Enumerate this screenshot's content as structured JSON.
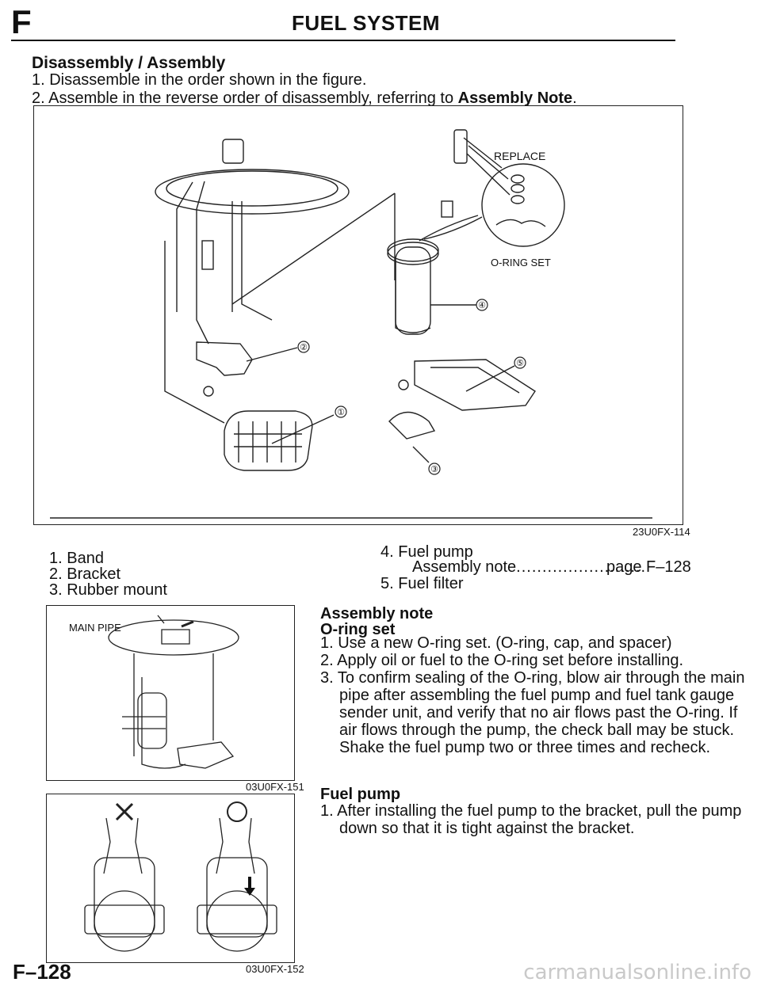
{
  "header": {
    "section_letter": "F",
    "title": "FUEL SYSTEM"
  },
  "section": {
    "title": "Disassembly / Assembly",
    "step1": "1. Disassemble in the order shown in the figure.",
    "step2_prefix": "2. Assemble in the reverse order of disassembly, referring to ",
    "step2_bold": "Assembly Note",
    "step2_suffix": "."
  },
  "figure_main": {
    "code": "23U0FX-114",
    "replace_label": "REPLACE",
    "oring_label": "O-RING SET",
    "callouts": [
      "①",
      "②",
      "③",
      "④",
      "⑤"
    ]
  },
  "parts_list": {
    "left": [
      "1. Band",
      "2. Bracket",
      "3. Rubber mount"
    ],
    "right_item4": "4. Fuel pump",
    "right_item4_sub_label": "Assembly note",
    "right_item4_sub_dots": ".........................",
    "right_item4_sub_page": "page F–128",
    "right_item5": "5. Fuel filter"
  },
  "figure_small1": {
    "code": "03U0FX-151",
    "label": "MAIN PIPE"
  },
  "figure_small2": {
    "code": "03U0FX-152"
  },
  "assembly_note": {
    "title": "Assembly note",
    "subtitle": "O-ring set",
    "line1": "1. Use a new O-ring set. (O-ring, cap, and spacer)",
    "line2": "2. Apply oil or fuel to the O-ring set before installing.",
    "line3": [
      "3. To confirm sealing of the O-ring, blow air through the main",
      "pipe after assembling the fuel pump and fuel tank gauge",
      "sender unit, and verify that no air flows past the O-ring. If",
      "air flows through the pump, the check ball may be stuck.",
      "Shake the fuel pump two or three times and recheck."
    ]
  },
  "fuel_pump": {
    "title": "Fuel pump",
    "lines": [
      "1. After installing the fuel pump to the bracket, pull the pump",
      "down so that it is tight against the bracket."
    ]
  },
  "footer": {
    "page_number": "F–128",
    "watermark": "carmanualsonline.info"
  }
}
